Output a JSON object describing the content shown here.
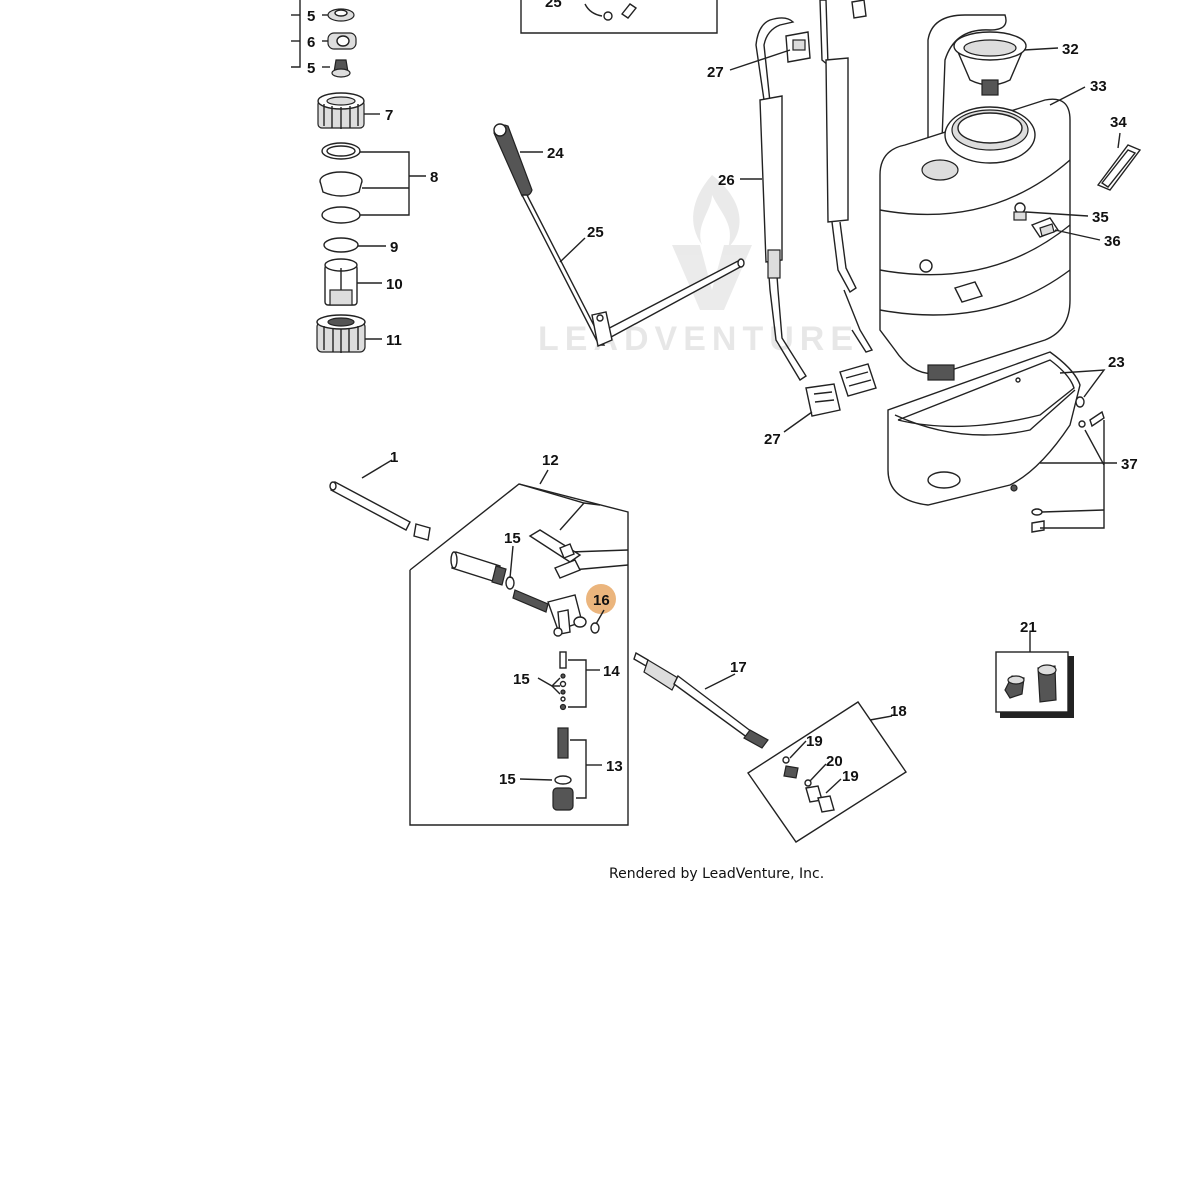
{
  "watermark": "LEADVENTURE",
  "footer": "Rendered by LeadVenture, Inc.",
  "highlight_color": "#e8a866",
  "highlighted_callout": "16",
  "labels": {
    "c5a": "5",
    "c6": "6",
    "c5b": "5",
    "c7": "7",
    "c8": "8",
    "c9": "9",
    "c10": "10",
    "c11": "11",
    "c24": "24",
    "c25": "25",
    "c26": "26",
    "c27a": "27",
    "c27b": "27",
    "c32": "32",
    "c33": "33",
    "c34": "34",
    "c35": "35",
    "c36": "36",
    "c23": "23",
    "c37": "37",
    "c1": "1",
    "c12": "12",
    "c15a": "15",
    "c16": "16",
    "c14": "14",
    "c15b": "15",
    "c13": "13",
    "c15c": "15",
    "c17": "17",
    "c18": "18",
    "c19a": "19",
    "c20": "20",
    "c19b": "19",
    "c21": "21",
    "c25top": "25"
  }
}
